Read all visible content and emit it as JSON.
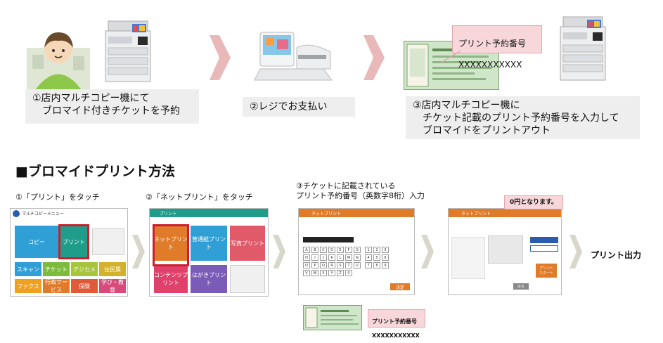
{
  "top_flow": {
    "step1_caption": "①店内マルチコピー機にて\n　ブロマイド付きチケットを予約",
    "step2_caption": "②レジでお支払い",
    "step3_caption": "③店内マルチコピー機に\n　チケット記載のプリント予約番号を入力して\n　ブロマイドをプリントアウト",
    "ticket_callout_title": "プリント予約番号",
    "ticket_callout_number": "XXXXXXXXXXX"
  },
  "section": {
    "title": "■ブロマイドプリント方法"
  },
  "steps": {
    "s1_label": "①「プリント」をタッチ",
    "s2_label": "②「ネットプリント」をタッチ",
    "s3_label": "③チケットに記載されている\nプリント予約番号（英数字8桁）入力",
    "final_label": "プリント出力",
    "bottom_callout_title": "プリント予約番号",
    "bottom_callout_number": "XXXXXXXXXXX",
    "s4_price_callout": "0円となります。"
  },
  "screen1": {
    "header": "マルチコピーメニュー",
    "tiles": [
      "コピー",
      "プリント",
      "スキャン",
      "チケット",
      "デジカメ",
      "住民票",
      "ファクス",
      "行政サービス",
      "保険",
      "学び・教育"
    ]
  },
  "screen2": {
    "header": "プリント",
    "tiles": [
      "ネットプリント",
      "普通紙プリント",
      "写真プリント",
      "コンテンツプリント",
      "はがきプリント"
    ]
  },
  "screen3": {
    "header": "ネットプリント",
    "keys": [
      "A",
      "B",
      "C",
      "D",
      "E",
      "F",
      "G",
      "1",
      "2",
      "3",
      "H",
      "I",
      "J",
      "K",
      "L",
      "M",
      "N",
      "4",
      "5",
      "6",
      "O",
      "P",
      "Q",
      "R",
      "S",
      "T",
      "U",
      "7",
      "8",
      "9",
      "V",
      "W",
      "X",
      "Y",
      "Z",
      "0"
    ],
    "ok_label": "決定"
  },
  "screen4": {
    "header": "ネットプリント",
    "start_label": "プリント\nスタート",
    "back_label": "戻る"
  },
  "colors": {
    "arrow": "#e9b8b8",
    "chevron": "#d9d7cc",
    "highlight": "#cc1f2d",
    "teal": "#2a9d8f",
    "orange": "#e07b2a"
  }
}
